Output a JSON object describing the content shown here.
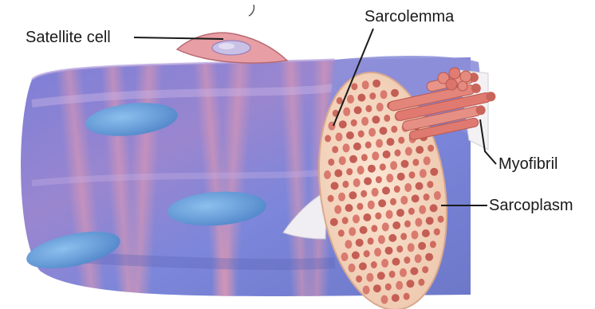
{
  "labels": {
    "satellite_cell": "Satellite cell",
    "sarcolemma": "Sarcolemma",
    "myofibril": "Myofibril",
    "sarcoplasm": "Sarcoplasm"
  },
  "colors": {
    "fiber_blue": "#6f7fd6",
    "fiber_pink": "#d98aa6",
    "nucleus": "#6fa0d8",
    "cross_section": "#f4d9c4",
    "myofibril_dot": "#d46f63",
    "myofibril_rod": "#e0776e",
    "leader_line": "#1a1a1a"
  }
}
